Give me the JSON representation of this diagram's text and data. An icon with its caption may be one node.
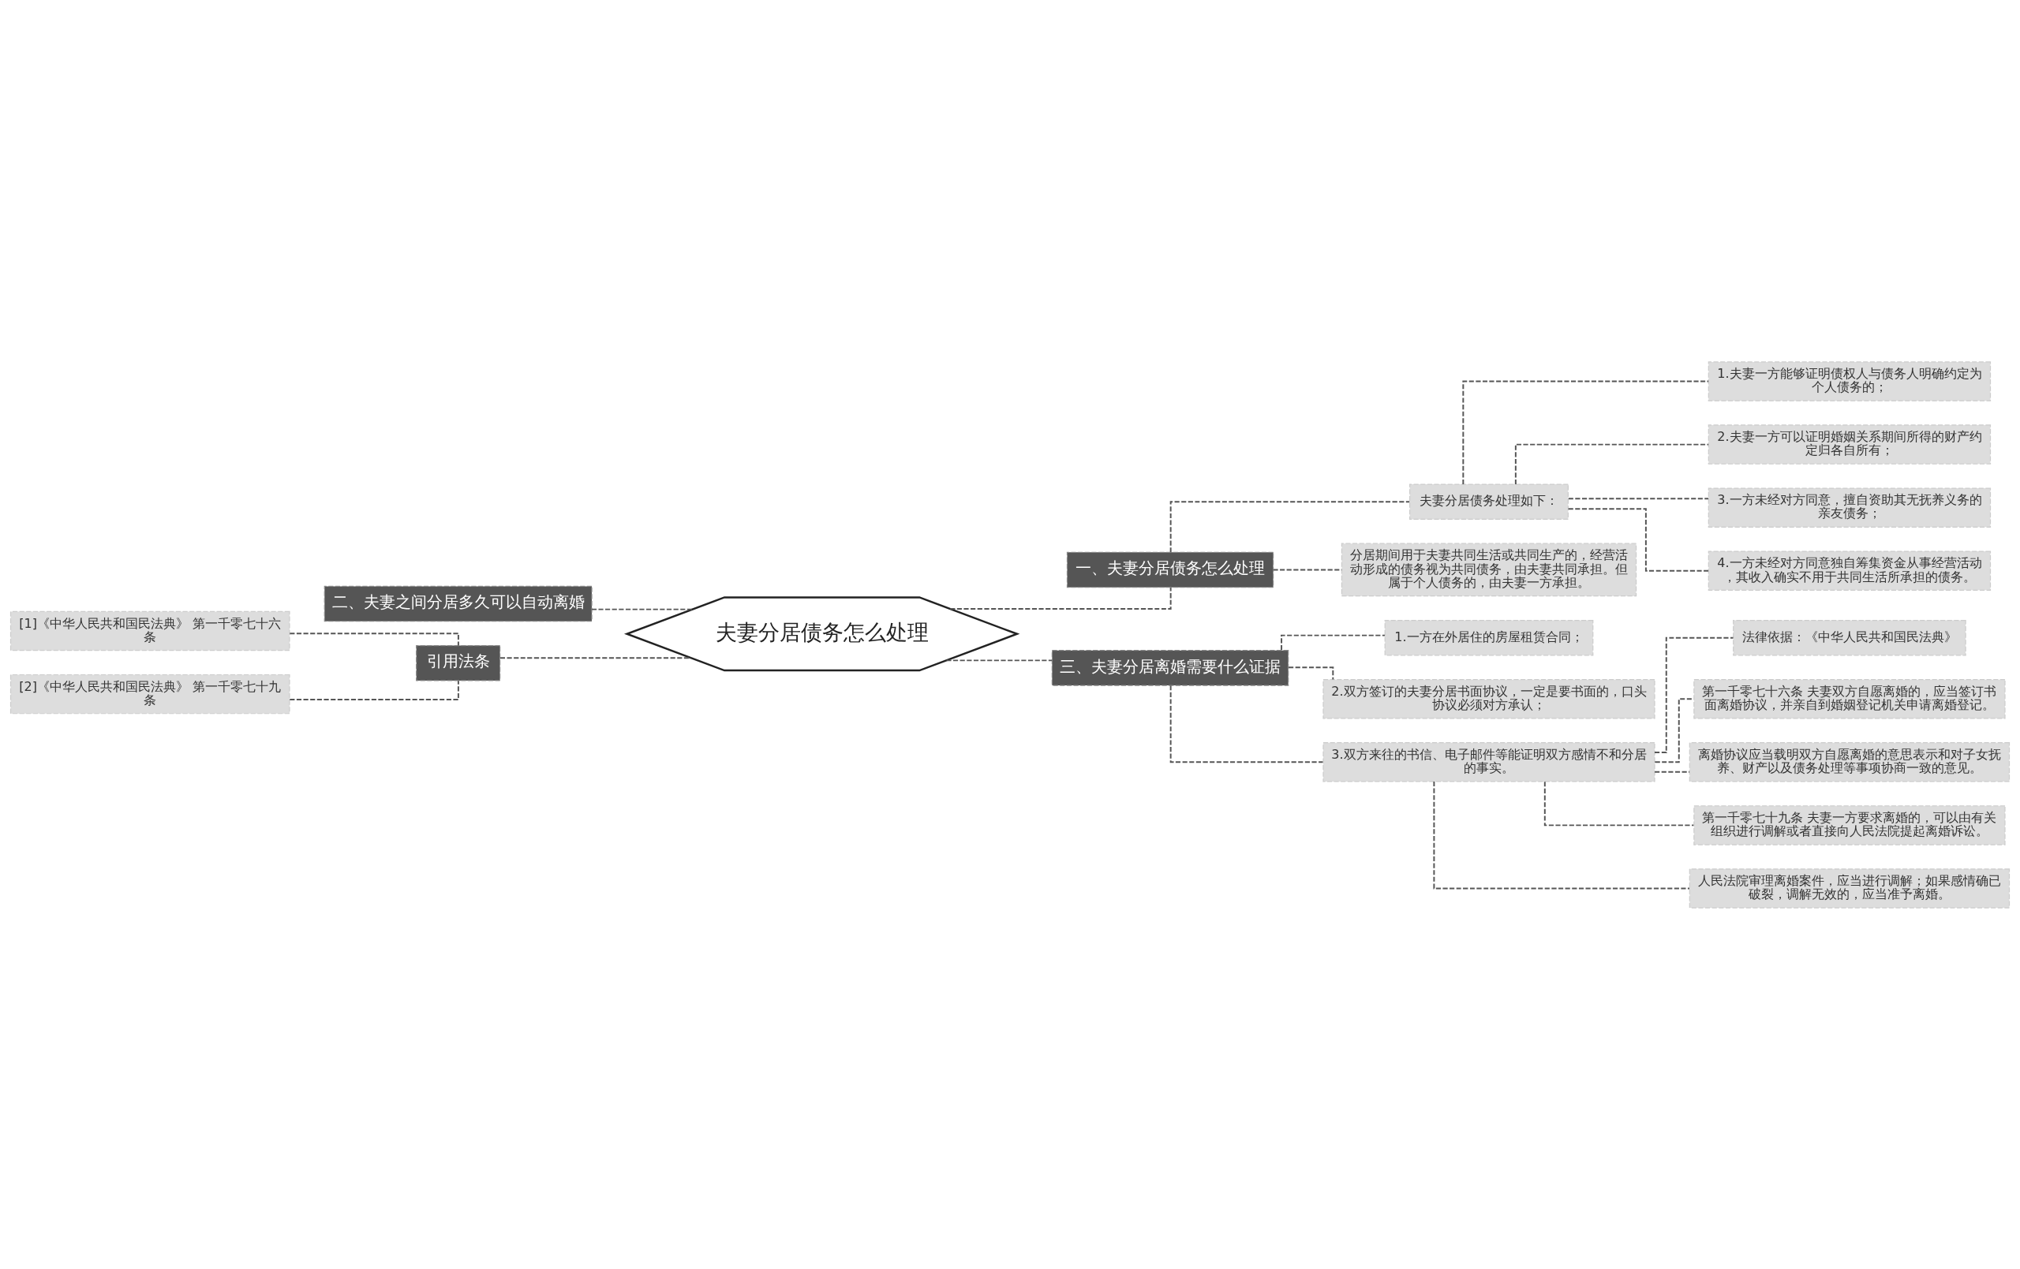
{
  "diagram": {
    "nodes": [
      {
        "text": [
          "夫妻分居债务怎么处理"
        ]
      },
      {
        "text": [
          "一、夫妻分居债务怎么处理"
        ]
      },
      {
        "text": [
          "夫妻分居债务处理如下："
        ]
      },
      {
        "text": [
          "1.夫妻一方能够证明债权人与债务人明确约定为个人债务的；"
        ]
      },
      {
        "text": [
          "2.夫妻一方可以证明婚姻关系期间所得的财产约定归各自所有；"
        ]
      },
      {
        "text": [
          "3.一方未经对方同意，擅自资助其无抚养义务的亲友债务；"
        ]
      },
      {
        "text": [
          "4.一方未经对方同意独自筹集资金从事经营活动，其收入确实不用于共同生活所承担的债务。"
        ]
      },
      {
        "text": [
          "分居期间用于夫妻共同生活或共同生产的，经营活动形成的债务视为共同债务，由夫妻共同承担。但属于个人债务的，由夫妻一方承担。"
        ]
      },
      {
        "text": [
          "三、夫妻分居离婚需要什么证据"
        ]
      },
      {
        "text": [
          "1.一方在外居住的房屋租赁合同；"
        ]
      },
      {
        "text": [
          "2.双方签订的夫妻分居书面协议，一定是要书面的，口头协议必须对方承认；"
        ]
      },
      {
        "text": [
          "3.双方来往的书信、电子邮件等能证明双方感情不和分居的事实。"
        ]
      },
      {
        "text": [
          "法律依据：《中华人民共和国民法典》"
        ]
      },
      {
        "text": [
          "第一千零七十六条 夫妻双方自愿离婚的，应当签订书面离婚协议，并亲自到婚姻登记机关申请离婚登记。"
        ]
      },
      {
        "text": [
          "离婚协议应当载明双方自愿离婚的意思表示和对子女抚养、财产以及债务处理等事项协商一致的意见。"
        ]
      },
      {
        "text": [
          "第一千零七十九条 夫妻一方要求离婚的，可以由有关组织进行调解或者直接向人民法院提起离婚诉讼。"
        ]
      },
      {
        "text": [
          "人民法院审理离婚案件，应当进行调解；如果感情确已破裂，调解无效的，应当准予离婚。"
        ]
      },
      {
        "text": [
          "二、夫妻之间分居多久可以自动离婚"
        ]
      },
      {
        "text": [
          "引用法条"
        ]
      },
      {
        "text": [
          "[1]《中华人民共和国民法典》 第一千零七十六条"
        ]
      },
      {
        "text": [
          "[2]《中华人民共和国民法典》 第一千零七十九条"
        ]
      }
    ],
    "edges": [
      {
        "from": 0,
        "to": 1,
        "arrow": "none",
        "style": "dashed"
      },
      {
        "from": 1,
        "to": 2,
        "arrow": "none",
        "style": "dashed"
      },
      {
        "from": 2,
        "to": 3,
        "arrow": "none",
        "style": "dashed"
      },
      {
        "from": 2,
        "to": 4,
        "arrow": "none",
        "style": "dashed"
      },
      {
        "from": 2,
        "to": 5,
        "arrow": "none",
        "style": "dashed"
      },
      {
        "from": 2,
        "to": 6,
        "arrow": "none",
        "style": "dashed"
      },
      {
        "from": 1,
        "to": 7,
        "arrow": "none",
        "style": "dashed"
      },
      {
        "from": 0,
        "to": 8,
        "arrow": "none",
        "style": "dashed"
      },
      {
        "from": 8,
        "to": 9,
        "arrow": "none",
        "style": "dashed"
      },
      {
        "from": 8,
        "to": 10,
        "arrow": "none",
        "style": "dashed"
      },
      {
        "from": 8,
        "to": 11,
        "arrow": "none",
        "style": "dashed"
      },
      {
        "from": 11,
        "to": 12,
        "arrow": "none",
        "style": "dashed"
      },
      {
        "from": 11,
        "to": 13,
        "arrow": "none",
        "style": "dashed"
      },
      {
        "from": 11,
        "to": 14,
        "arrow": "none",
        "style": "dashed"
      },
      {
        "from": 11,
        "to": 15,
        "arrow": "none",
        "style": "dashed"
      },
      {
        "from": 11,
        "to": 16,
        "arrow": "none",
        "style": "dashed"
      },
      {
        "from": 0,
        "to": 17,
        "arrow": "none",
        "style": "dashed"
      },
      {
        "from": 0,
        "to": 18,
        "arrow": "none",
        "style": "dashed"
      },
      {
        "from": 18,
        "to": 19,
        "arrow": "none",
        "style": "dashed"
      },
      {
        "from": 18,
        "to": 20,
        "arrow": "none",
        "style": "dashed"
      }
    ]
  }
}
